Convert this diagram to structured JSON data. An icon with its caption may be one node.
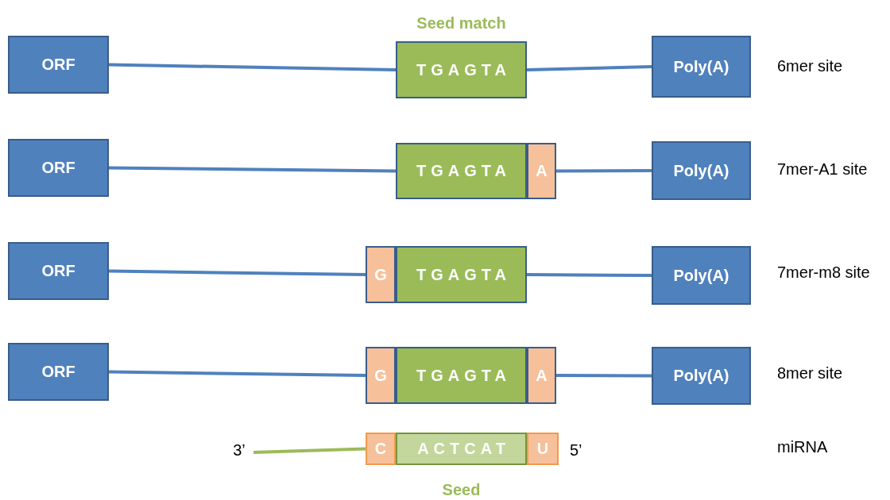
{
  "diagram": {
    "nodes": [
      {
        "text": [
          "ORF"
        ]
      },
      {
        "text": [
          "Seed match",
          "TGAGTA"
        ]
      },
      {
        "text": [
          "Poly(A)"
        ]
      },
      {
        "text": [
          "ORF"
        ]
      },
      {
        "text": [
          "TGAGTA"
        ]
      },
      {
        "text": [
          "A"
        ]
      },
      {
        "text": [
          "Poly(A)"
        ]
      },
      {
        "text": [
          "ORF"
        ]
      },
      {
        "text": [
          "G"
        ]
      },
      {
        "text": [
          "TGAGTA"
        ]
      },
      {
        "text": [
          "Poly(A)"
        ]
      },
      {
        "text": [
          "ORF"
        ]
      },
      {
        "text": [
          "G"
        ]
      },
      {
        "text": [
          "TGAGTA"
        ]
      },
      {
        "text": [
          "A"
        ]
      },
      {
        "text": [
          "Poly(A)"
        ]
      },
      {
        "text": [
          "3’"
        ]
      },
      {
        "text": [
          "C"
        ]
      },
      {
        "text": [
          "ACTCAT",
          "Seed"
        ]
      },
      {
        "text": [
          "U"
        ],
        "beside": [
          "5’"
        ]
      }
    ],
    "edges": [
      {
        "from": 0,
        "to": 1,
        "arrow": "none"
      },
      {
        "from": 1,
        "to": 2,
        "arrow": "none"
      },
      {
        "from": 3,
        "to": 4,
        "arrow": "none"
      },
      {
        "from": 5,
        "to": 6,
        "arrow": "none"
      },
      {
        "from": 7,
        "to": 8,
        "arrow": "none"
      },
      {
        "from": 9,
        "to": 10,
        "arrow": "none"
      },
      {
        "from": 11,
        "to": 12,
        "arrow": "none"
      },
      {
        "from": 14,
        "to": 15,
        "arrow": "none"
      },
      {
        "from": 16,
        "to": 17,
        "arrow": "none",
        "color": "#9bbb59"
      }
    ],
    "labels": [
      "6mer site",
      "7mer-A1 site",
      "7mer-m8 site",
      "8mer site",
      "miRNA"
    ]
  }
}
